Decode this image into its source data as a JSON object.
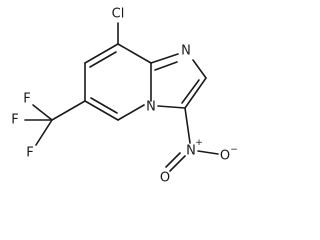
{
  "molecule": {
    "atoms": {
      "cl": "Cl",
      "n_imidazole": "N",
      "n_bridge": "N",
      "n_nitro": "N",
      "n_nitro_charge": "+",
      "o_double": "O",
      "o_single": "O",
      "o_single_charge": "−",
      "f_top": "F",
      "f_left": "F",
      "f_bottom": "F"
    }
  }
}
